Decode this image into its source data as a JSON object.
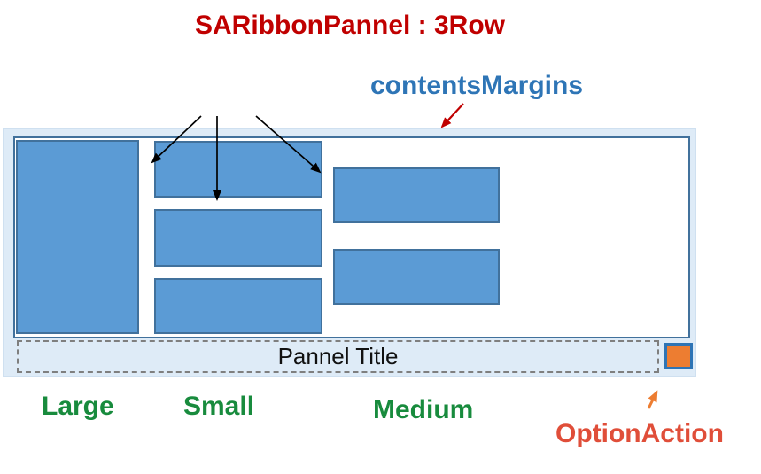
{
  "title": {
    "text": "SARibbonPannel : 3Row",
    "color": "#C00000"
  },
  "annotations": {
    "contents_margins": {
      "text": "contentsMargins",
      "color": "#2E75B6"
    },
    "large": {
      "text": "Large",
      "color": "#188B3D"
    },
    "small": {
      "text": "Small",
      "color": "#188B3D"
    },
    "medium": {
      "text": "Medium",
      "color": "#188B3D"
    },
    "option_action": {
      "text": "OptionAction",
      "color": "#E04E39"
    }
  },
  "panel": {
    "title_text": "Pannel Title",
    "colors": {
      "margin_background": "#DEEBF7",
      "content_background": "#FFFFFF",
      "content_border": "#41719C",
      "button_fill": "#5B9BD5",
      "button_border": "#41719C",
      "title_dash_border": "#7F7F7F",
      "option_button_fill": "#ED7D31",
      "option_button_border": "#2E74B5"
    },
    "layout": {
      "large_buttons": 1,
      "small_rows": 3,
      "medium_rows": 2
    }
  },
  "arrows": {
    "row_pointer_count": 3,
    "row_pointer_color": "#000000",
    "contents_margins_pointer_color": "#C00000",
    "option_action_pointer_color": "#ED7D31"
  }
}
